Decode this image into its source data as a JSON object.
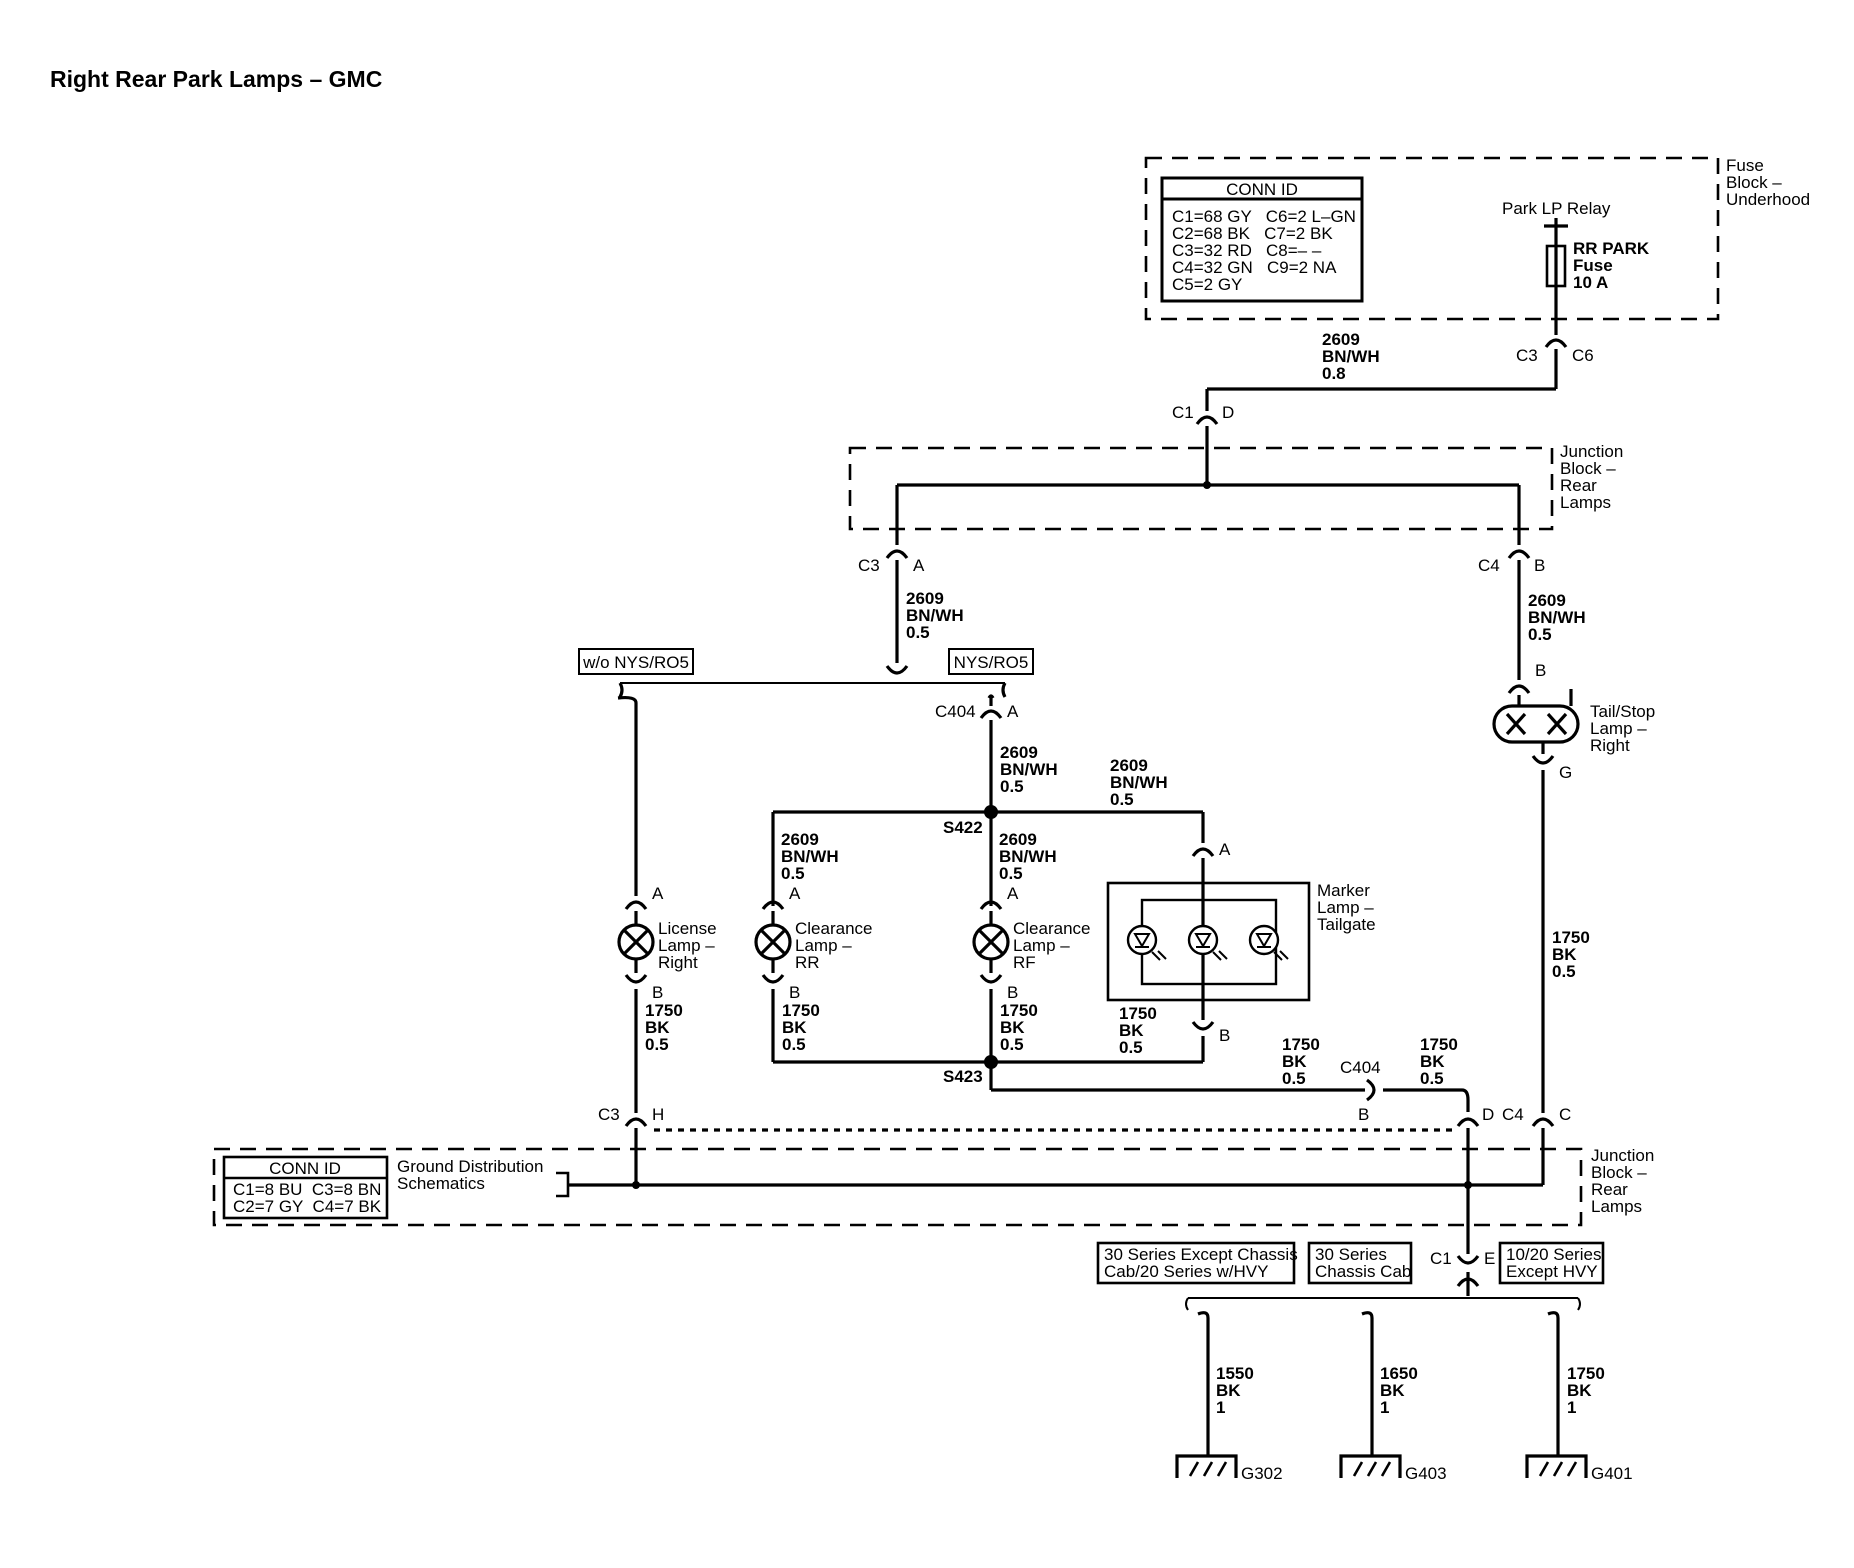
{
  "title": "Right Rear Park Lamps – GMC",
  "fuse_block": {
    "name": [
      "Fuse",
      "Block –",
      "Underhood"
    ],
    "conn_id_title": "CONN ID",
    "conn_id_rows": [
      "C1=68 GY   C6=2 L–GN",
      "C2=68 BK   C7=2 BK",
      "C3=32 RD   C8=– –",
      "C4=32 GN   C9=2 NA",
      "C5=2 GY"
    ],
    "relay": "Park LP Relay",
    "fuse": [
      "RR PARK",
      "Fuse",
      "10 A"
    ]
  },
  "junction_top": {
    "name": [
      "Junction",
      "Block –",
      "Rear",
      "Lamps"
    ]
  },
  "junction_bottom": {
    "name": [
      "Junction",
      "Block –",
      "Rear",
      "Lamps"
    ],
    "conn_id_title": "CONN ID",
    "conn_id_rows": [
      "C1=8 BU  C3=8 BN",
      "C2=7 GY  C4=7 BK"
    ],
    "ground_ref": [
      "Ground Distribution",
      "Schematics"
    ]
  },
  "wires": {
    "feed_top": [
      "2609",
      "BN/WH",
      "0.8"
    ],
    "feed_05": [
      "2609",
      "BN/WH",
      "0.5"
    ],
    "ground_05": [
      "1750",
      "BK",
      "0.5"
    ],
    "g302": [
      "1550",
      "BK",
      "1"
    ],
    "g403": [
      "1650",
      "BK",
      "1"
    ],
    "g401": [
      "1750",
      "BK",
      "1"
    ]
  },
  "connectors": {
    "c3": "C3",
    "c6": "C6",
    "c1": "C1",
    "c4": "C4",
    "c404": "C404",
    "a": "A",
    "b": "B",
    "d": "D",
    "e": "E",
    "g": "G",
    "h": "H",
    "c": "C"
  },
  "splices": {
    "s422": "S422",
    "s423": "S423"
  },
  "options": {
    "wo_nys": "w/o NYS/RO5",
    "nys": "NYS/RO5",
    "series_30_except": [
      "30 Series Except Chassis",
      "Cab/20 Series w/HVY"
    ],
    "series_30_chassis": [
      "30 Series",
      "Chassis Cab"
    ],
    "series_1020": [
      "10/20 Series",
      "Except HVY"
    ]
  },
  "components": {
    "license_lamp": [
      "License",
      "Lamp –",
      "Right"
    ],
    "clearance_rr": [
      "Clearance",
      "Lamp –",
      "RR"
    ],
    "clearance_rf": [
      "Clearance",
      "Lamp –",
      "RF"
    ],
    "marker_lamp": [
      "Marker",
      "Lamp –",
      "Tailgate"
    ],
    "tail_stop": [
      "Tail/Stop",
      "Lamp –",
      "Right"
    ]
  },
  "grounds": {
    "g302": "G302",
    "g403": "G403",
    "g401": "G401"
  }
}
